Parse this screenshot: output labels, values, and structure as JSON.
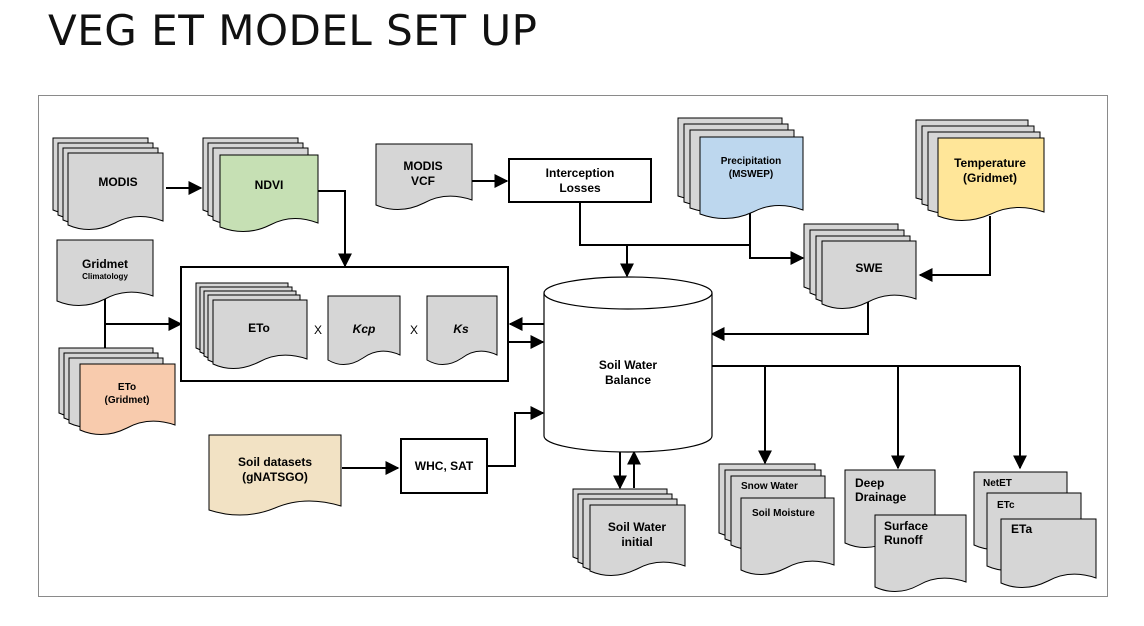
{
  "title": "VEG ET MODEL SET UP",
  "colors": {
    "doc_gray": "#d6d6d6",
    "ndvi_green": "#c6e0b4",
    "precip_blue": "#bdd7ee",
    "temp_yellow": "#ffe699",
    "eto_orange": "#f8cbad",
    "soil_tan": "#f2e2c4"
  },
  "nodes": {
    "modis": "MODIS",
    "ndvi": "NDVI",
    "modis_vcf_1": "MODIS",
    "modis_vcf_2": "VCF",
    "interception_1": "Interception",
    "interception_2": "Losses",
    "precip_1": "Precipitation",
    "precip_2": "(MSWEP)",
    "temp_1": "Temperature",
    "temp_2": "(Gridmet)",
    "gridmet_1": "Gridmet",
    "gridmet_2": "Climatology",
    "swe": "SWE",
    "eto": "ETo",
    "mult_1": "X",
    "kcp": "Kcp",
    "mult_2": "X",
    "ks": "Ks",
    "eto_gridmet_1": "ETo",
    "eto_gridmet_2": "(Gridmet)",
    "soil_water_balance_1": "Soil Water",
    "soil_water_balance_2": "Balance",
    "soil_datasets_1": "Soil datasets",
    "soil_datasets_2": "(gNATSGO)",
    "whc_sat": "WHC, SAT",
    "soil_water_initial_1": "Soil Water",
    "soil_water_initial_2": "initial",
    "snow_water": "Snow Water",
    "soil_moisture": "Soil Moisture",
    "deep_drainage_1": "Deep",
    "deep_drainage_2": "Drainage",
    "surface_runoff_1": "Surface",
    "surface_runoff_2": "Runoff",
    "netet": "NetET",
    "etc": "ETc",
    "eta": "ETa"
  }
}
